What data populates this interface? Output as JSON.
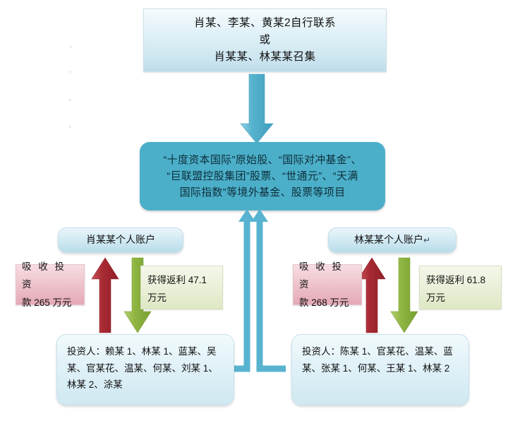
{
  "diagram": {
    "title_hidden": "",
    "top_box": {
      "line1": "肖某、李某、黄某2自行联系",
      "line2": "或",
      "line3": "肖某某、林某某召集"
    },
    "center_box": {
      "line1": "“十度资本国际”原始股、“国际对冲基金”、",
      "line2": "“巨联盟控股集团”股票、“世通元”、“天满",
      "line3": "国际指数”等境外基金、股票等项目"
    },
    "left_branch": {
      "account_label": "肖某某个人账户",
      "inflow_label_line1": "吸 收 投 资",
      "inflow_label_line2": "款 265 万元",
      "inflow_amount": "265",
      "outflow_label_line1": "获得返利  47.1",
      "outflow_label_line2": "万元",
      "outflow_amount": "47.1",
      "investors": "投资人：赖某 1、林某 1、蓝某、吴某、官某花、温某、何某、刘某 1、林某 2、涂某"
    },
    "right_branch": {
      "account_label": "林某某个人账户",
      "account_label_mark": "↵",
      "inflow_label_line1": "吸 收 投 资",
      "inflow_label_line2": "款 268 万元",
      "inflow_amount": "268",
      "outflow_label_line1": "获得返利  61.8",
      "outflow_label_line2": "万元",
      "outflow_amount": "61.8",
      "investors": "投资人：陈某 1、官某花、温某、蓝某、张某 1、何某、王某 1、林某 2"
    },
    "colors": {
      "center_teal": "#4cafc9",
      "arrow_teal": "#49a8c4",
      "arrow_red": "#b5333a",
      "arrow_green": "#8cb33f",
      "box_blue": "#cfe8f2",
      "box_red": "#eec3cc",
      "box_green": "#e9efd7",
      "background": "#ffffff"
    }
  }
}
